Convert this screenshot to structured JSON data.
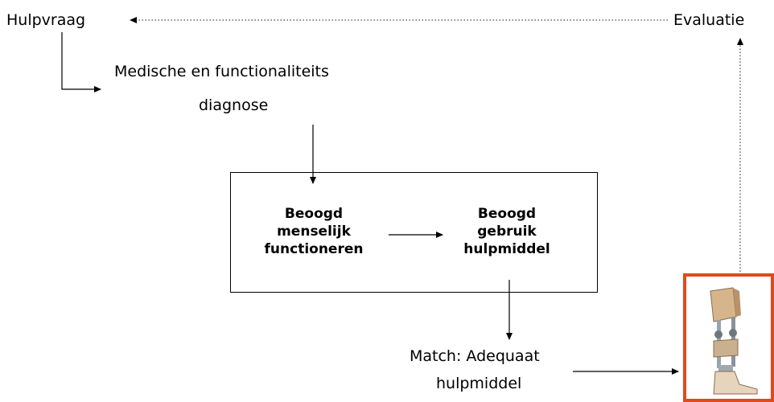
{
  "nodes": {
    "hulpvraag": "Hulpvraag",
    "evaluatie": "Evaluatie",
    "diagnose_line1": "Medische en functionaliteits",
    "diagnose_line2": "diagnose",
    "functioneren": [
      "Beoogd",
      "menselijk",
      "functioneren"
    ],
    "gebruik": [
      "Beoogd",
      "gebruik",
      "hulpmiddel"
    ],
    "match_line1": "Match: Adequaat",
    "match_line2": "hulpmiddel"
  },
  "colors": {
    "photo_border": "#e04a1c",
    "lines": "#000000",
    "dotted": "#666666"
  },
  "icons": {
    "photo": "leg-orthosis-photo"
  }
}
